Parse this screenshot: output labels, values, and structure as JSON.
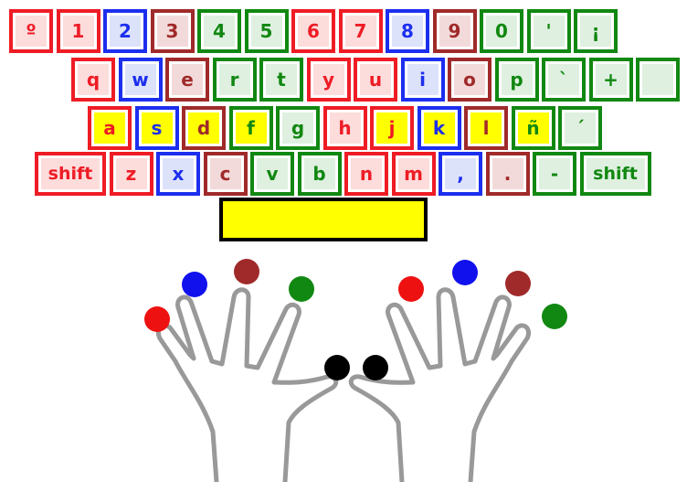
{
  "palette": {
    "pinky": {
      "border": "#ee1c25",
      "text": "#ee1c25",
      "fill": "#fddcdc"
    },
    "ring": {
      "border": "#1c2fee",
      "text": "#1c2fee",
      "fill": "#dde2fb"
    },
    "middle": {
      "border": "#a02a2a",
      "text": "#a02a2a",
      "fill": "#f3dada"
    },
    "index": {
      "border": "#118811",
      "text": "#118811",
      "fill": "#dff0e0"
    },
    "r_index": {
      "border": "#ee1c25",
      "text": "#ee1c25",
      "fill": "#fddcdc"
    },
    "r_middle": {
      "border": "#1c2fee",
      "text": "#1c2fee",
      "fill": "#dde2fb"
    },
    "r_ring": {
      "border": "#a02a2a",
      "text": "#a02a2a",
      "fill": "#f3dada"
    },
    "r_pinky": {
      "border": "#118811",
      "text": "#118811",
      "fill": "#dff0e0"
    },
    "home": "#ffff00"
  },
  "keyboard": {
    "rows": [
      [
        {
          "label": "º",
          "finger": "pinky"
        },
        {
          "label": "1",
          "finger": "pinky"
        },
        {
          "label": "2",
          "finger": "ring"
        },
        {
          "label": "3",
          "finger": "middle"
        },
        {
          "label": "4",
          "finger": "index"
        },
        {
          "label": "5",
          "finger": "index"
        },
        {
          "label": "6",
          "finger": "r_index"
        },
        {
          "label": "7",
          "finger": "r_index"
        },
        {
          "label": "8",
          "finger": "r_middle"
        },
        {
          "label": "9",
          "finger": "r_ring"
        },
        {
          "label": "0",
          "finger": "r_pinky"
        },
        {
          "label": "'",
          "finger": "r_pinky"
        },
        {
          "label": "¡",
          "finger": "r_pinky"
        }
      ],
      [
        {
          "label": "q",
          "finger": "pinky"
        },
        {
          "label": "w",
          "finger": "ring"
        },
        {
          "label": "e",
          "finger": "middle"
        },
        {
          "label": "r",
          "finger": "index"
        },
        {
          "label": "t",
          "finger": "index"
        },
        {
          "label": "y",
          "finger": "r_index"
        },
        {
          "label": "u",
          "finger": "r_index"
        },
        {
          "label": "i",
          "finger": "r_middle"
        },
        {
          "label": "o",
          "finger": "r_ring"
        },
        {
          "label": "p",
          "finger": "r_pinky"
        },
        {
          "label": "`",
          "finger": "r_pinky"
        },
        {
          "label": "+",
          "finger": "r_pinky"
        },
        {
          "label": "",
          "finger": "r_pinky"
        }
      ],
      [
        {
          "label": "a",
          "finger": "pinky",
          "home": true
        },
        {
          "label": "s",
          "finger": "ring",
          "home": true
        },
        {
          "label": "d",
          "finger": "middle",
          "home": true
        },
        {
          "label": "f",
          "finger": "index",
          "home": true
        },
        {
          "label": "g",
          "finger": "index"
        },
        {
          "label": "h",
          "finger": "r_index"
        },
        {
          "label": "j",
          "finger": "r_index",
          "home": true
        },
        {
          "label": "k",
          "finger": "r_middle",
          "home": true
        },
        {
          "label": "l",
          "finger": "r_ring",
          "home": true
        },
        {
          "label": "ñ",
          "finger": "r_pinky",
          "home": true
        },
        {
          "label": "´",
          "finger": "r_pinky"
        }
      ],
      [
        {
          "label": "shift",
          "finger": "pinky",
          "wide": true
        },
        {
          "label": "z",
          "finger": "pinky"
        },
        {
          "label": "x",
          "finger": "ring"
        },
        {
          "label": "c",
          "finger": "middle"
        },
        {
          "label": "v",
          "finger": "index"
        },
        {
          "label": "b",
          "finger": "index"
        },
        {
          "label": "n",
          "finger": "r_index"
        },
        {
          "label": "m",
          "finger": "r_index"
        },
        {
          "label": ",",
          "finger": "r_middle"
        },
        {
          "label": ".",
          "finger": "r_ring"
        },
        {
          "label": "-",
          "finger": "r_pinky"
        },
        {
          "label": "shift",
          "finger": "r_pinky",
          "wide": true
        }
      ]
    ],
    "spacebar": {
      "label": "",
      "color": "#ffff00"
    }
  },
  "hands": {
    "left_fingertips": [
      {
        "finger": "pinky",
        "color": "#ee1111"
      },
      {
        "finger": "ring",
        "color": "#1111ee"
      },
      {
        "finger": "middle",
        "color": "#a02a2a"
      },
      {
        "finger": "index",
        "color": "#118811"
      },
      {
        "finger": "thumb",
        "color": "#000000"
      }
    ],
    "right_fingertips": [
      {
        "finger": "thumb",
        "color": "#000000"
      },
      {
        "finger": "index",
        "color": "#ee1111"
      },
      {
        "finger": "middle",
        "color": "#1111ee"
      },
      {
        "finger": "ring",
        "color": "#a02a2a"
      },
      {
        "finger": "pinky",
        "color": "#118811"
      }
    ]
  }
}
